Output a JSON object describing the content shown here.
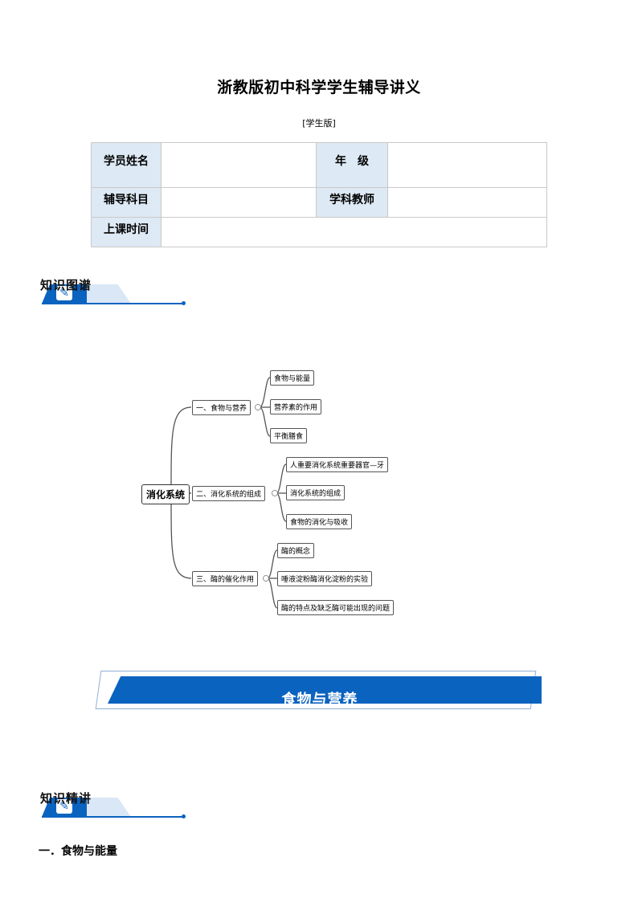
{
  "doc": {
    "title": "浙教版初中科学学生辅导讲义",
    "subtitle": "[学生版]"
  },
  "info_table": {
    "student_name_label": "学员姓名",
    "grade_label": "年　级",
    "subject_label": "辅导科目",
    "teacher_label": "学科教师",
    "class_time_label": "上课时间"
  },
  "section1": {
    "label": "知识图谱"
  },
  "mindmap": {
    "root": "消化系统",
    "branches": [
      {
        "label": "一、食物与营养",
        "children": [
          "食物与能量",
          "营养素的作用",
          "平衡膳食"
        ]
      },
      {
        "label": "二、消化系统的组成",
        "children": [
          "人重要消化系统重要器官—牙",
          "消化系统的组成",
          "食物的消化与吸收"
        ]
      },
      {
        "label": "三、酶的催化作用",
        "children": [
          "酶的概念",
          "唾液淀粉酶消化淀粉的实验",
          "酶的特点及缺乏酶可能出现的问题"
        ]
      }
    ],
    "collapse_symbol": "-"
  },
  "banner": {
    "text": "食物与营养"
  },
  "section2": {
    "label": "知识精讲"
  },
  "heading1": {
    "text": "一．食物与能量"
  },
  "colors": {
    "accent": "#0b63c0",
    "table_label_bg": "#dde9f4"
  }
}
